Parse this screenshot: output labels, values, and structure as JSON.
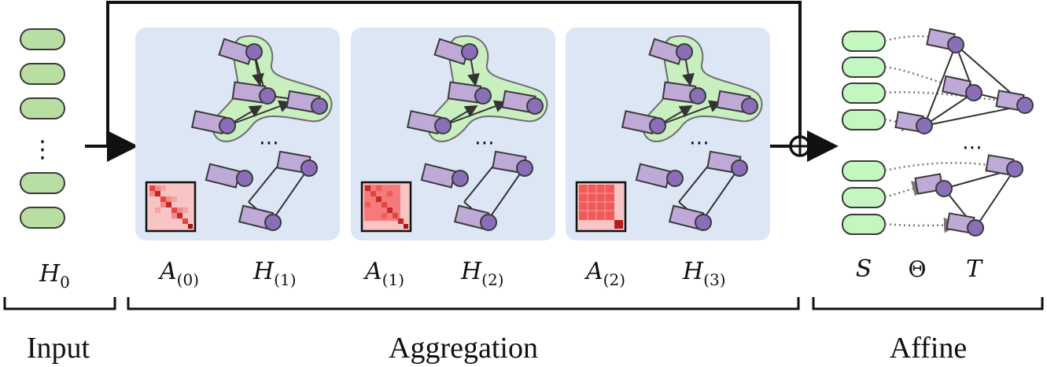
{
  "labels": {
    "h0": {
      "base": "H",
      "sub": "0"
    },
    "a0": {
      "base": "A",
      "sub": "(0)"
    },
    "h1": {
      "base": "H",
      "sub": "(1)"
    },
    "a1": {
      "base": "A",
      "sub": "(1)"
    },
    "h2": {
      "base": "H",
      "sub": "(2)"
    },
    "a2": {
      "base": "A",
      "sub": "(2)"
    },
    "h3": {
      "base": "H",
      "sub": "(3)"
    },
    "s": "S",
    "theta": "Θ",
    "t": "T"
  },
  "sections": {
    "input": "Input",
    "aggregation": "Aggregation",
    "affine": "Affine"
  },
  "ellipsis": "⋯",
  "vdots": "⋮",
  "colors": {
    "token_green": "#b9dea2",
    "token_green_stroke": "#3a3a3a",
    "token_bright": "#c4f7c0",
    "panel_blue": "#dce6f4",
    "node_purple": "#bfa9d6",
    "node_dark": "#8a6fb8",
    "hull_green": "#c9efc0",
    "matrix_red": "#f25a5a",
    "matrix_light": "#f8c4c4"
  }
}
